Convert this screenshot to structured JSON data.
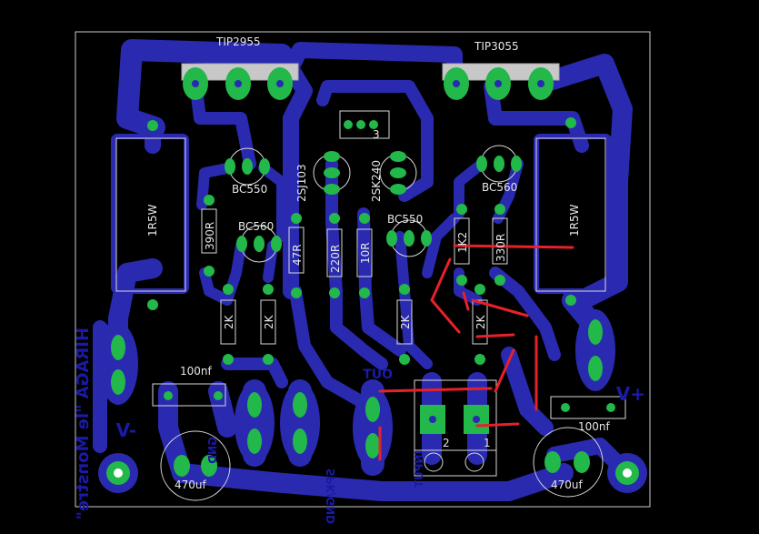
{
  "board_title": "HIRAGA \"le Monstre\"",
  "components": {
    "tip2955": "TIP2955",
    "tip3055": "TIP3055",
    "bc550_left": "BC550",
    "bc560_left": "BC560",
    "bc560_right": "BC560",
    "bc550_mid": "BC550",
    "jfet_2sj103": "2SJ103",
    "jfet_2sk240": "2SK240",
    "jfet_pin3": "3",
    "r_1r5w_left": "1R5W",
    "r_1r5w_right": "1R5W",
    "r_390r": "390R",
    "r_47r": "47R",
    "r_220r": "220R",
    "r_10r": "10R",
    "r_1k2": "1K2",
    "r_330r": "330R",
    "r_2k_a": "2K",
    "r_2k_b": "2K",
    "r_2k_c": "2K",
    "r_2k_d": "2K",
    "cap_100nf_left": "100nf",
    "cap_100nf_right": "100nf",
    "cap_470uf_left": "470uf",
    "cap_470uf_right": "470uf",
    "minus_v": "-V",
    "plus_v": "+V",
    "out_label": "OUT",
    "spk_gnd_label": "SPK/GND",
    "gnd_label": "GND",
    "input_label": "INPUT",
    "pin_2": "2",
    "pin_1": "1"
  },
  "colors": {
    "background": "#000000",
    "copper": "#2a2ab0",
    "copper_text": "#1a1aa8",
    "pad": "#22b84a",
    "silkscreen": "#d8d8d8",
    "airwire": "#e8202a",
    "outline": "#cccccc"
  }
}
